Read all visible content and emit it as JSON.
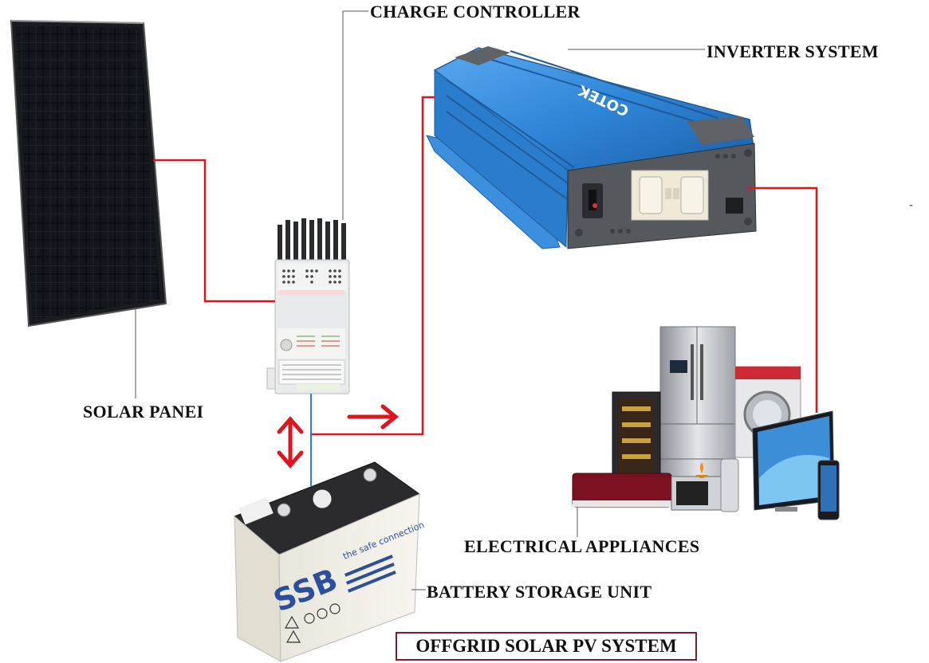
{
  "labels": {
    "charge_controller": "CHARGE CONTROLLER",
    "inverter_system": "INVERTER SYSTEM",
    "solar_panel": "SOLAR PANEI",
    "electrical_appliances": "ELECTRICAL APPLIANCES",
    "battery_storage_unit": "BATTERY STORAGE UNIT"
  },
  "title": "OFFGRID SOLAR PV SYSTEM",
  "inverter_brand": "COTEK",
  "battery": {
    "brand": "SSB",
    "tagline": "the safe connection"
  },
  "colors": {
    "wire": "#e0141e",
    "panel_cell": "#0b0c10",
    "inverter_blue": "#2f86d8",
    "title_border": "#7a1f2b"
  }
}
